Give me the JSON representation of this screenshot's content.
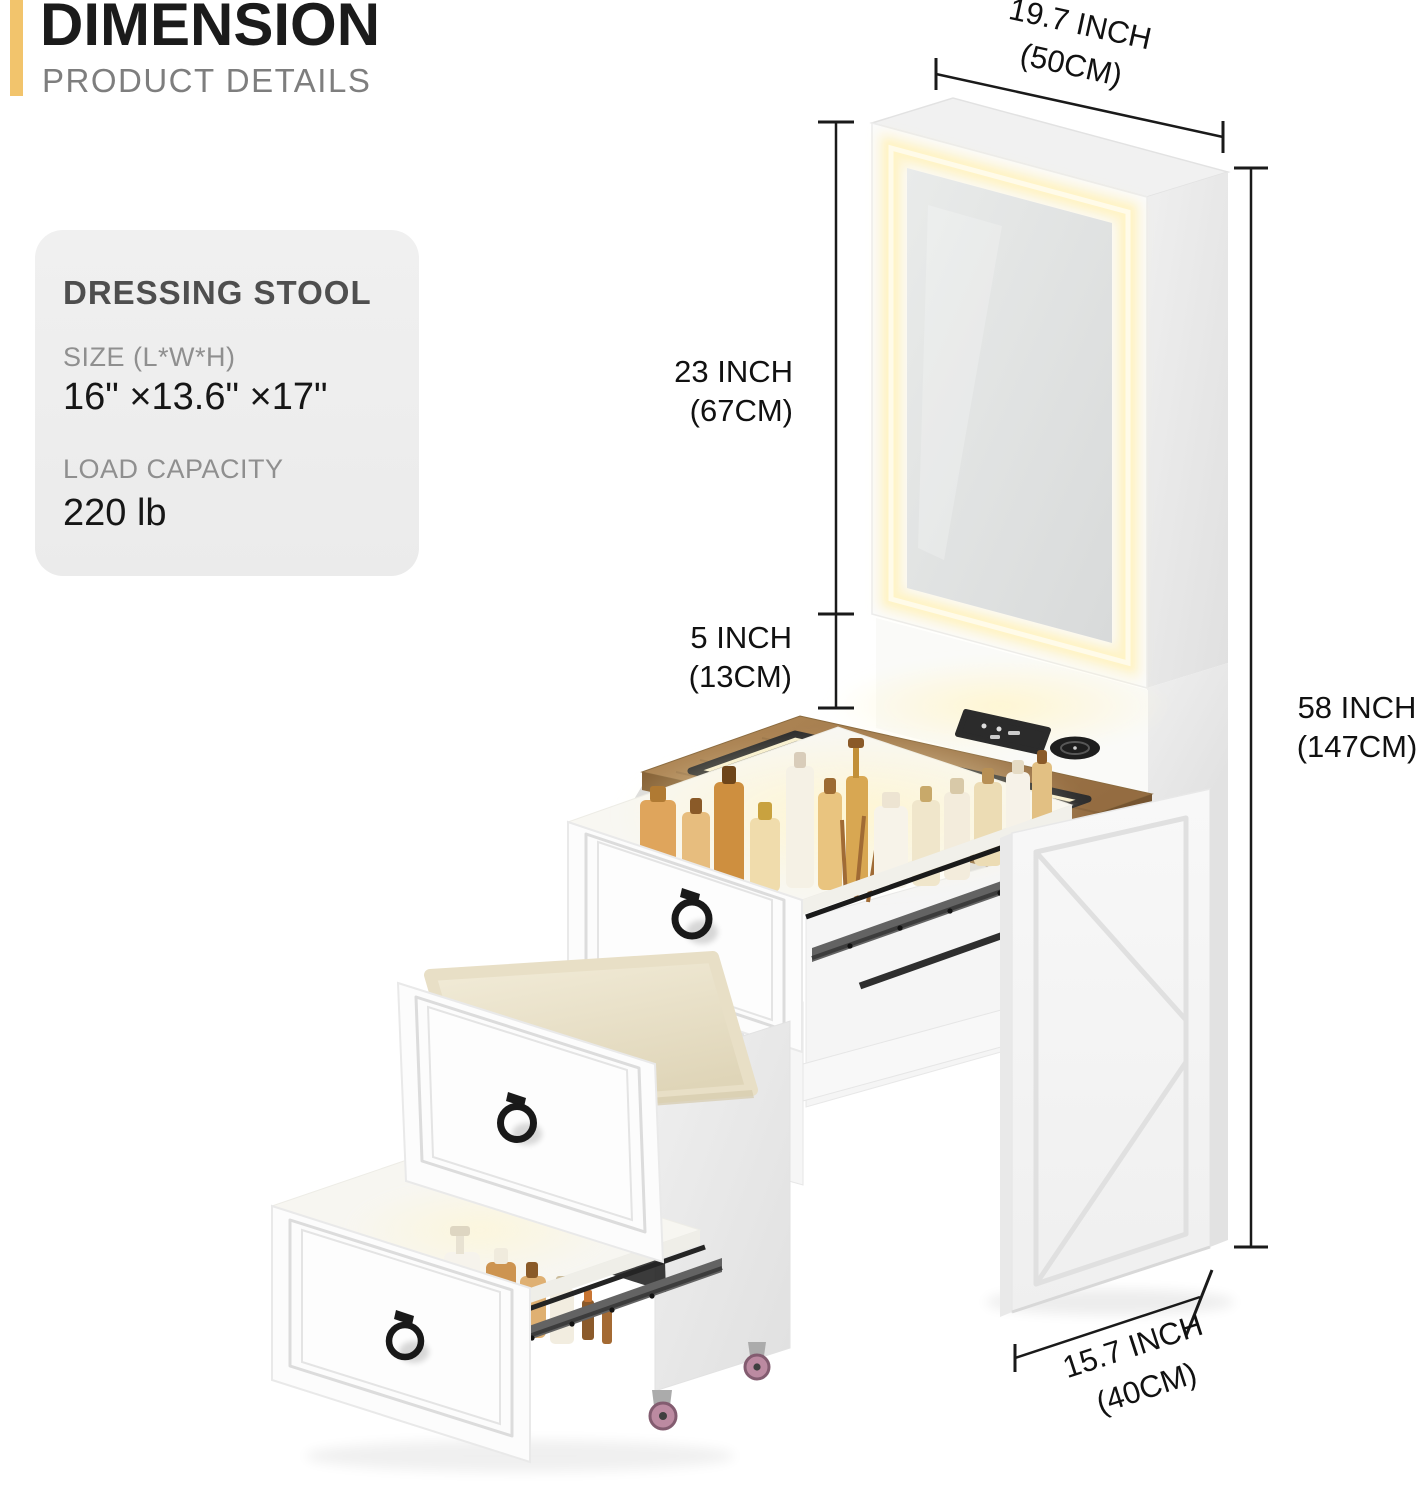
{
  "header": {
    "title": "DIMENSION",
    "subtitle": "PRODUCT DETAILS"
  },
  "info_card": {
    "title": "DRESSING STOOL",
    "size_label": "SIZE (L*W*H)",
    "size_value": "16\" ×13.6\" ×17\"",
    "load_label": "LOAD CAPACITY",
    "load_value": "220 lb"
  },
  "dimensions": {
    "width_top": {
      "inches": "19.7 INCH",
      "metric": "(50CM)"
    },
    "mirror_height": {
      "inches": "23 INCH",
      "metric": "(67CM)"
    },
    "shelf_gap": {
      "inches": "5 INCH",
      "metric": "(13CM)"
    },
    "total_height": {
      "inches": "58 INCH",
      "metric": "(147CM)"
    },
    "base_depth": {
      "inches": "15.7 INCH",
      "metric": "(40CM)"
    }
  },
  "colors": {
    "accent_yellow": "#F2C46C",
    "dimension_line": "#1A1A1A",
    "wood_top": "#A8804E",
    "led_glow": "#FFF3C2",
    "cushion": "#ECE4CB",
    "handle_black": "#1C1C1C"
  }
}
